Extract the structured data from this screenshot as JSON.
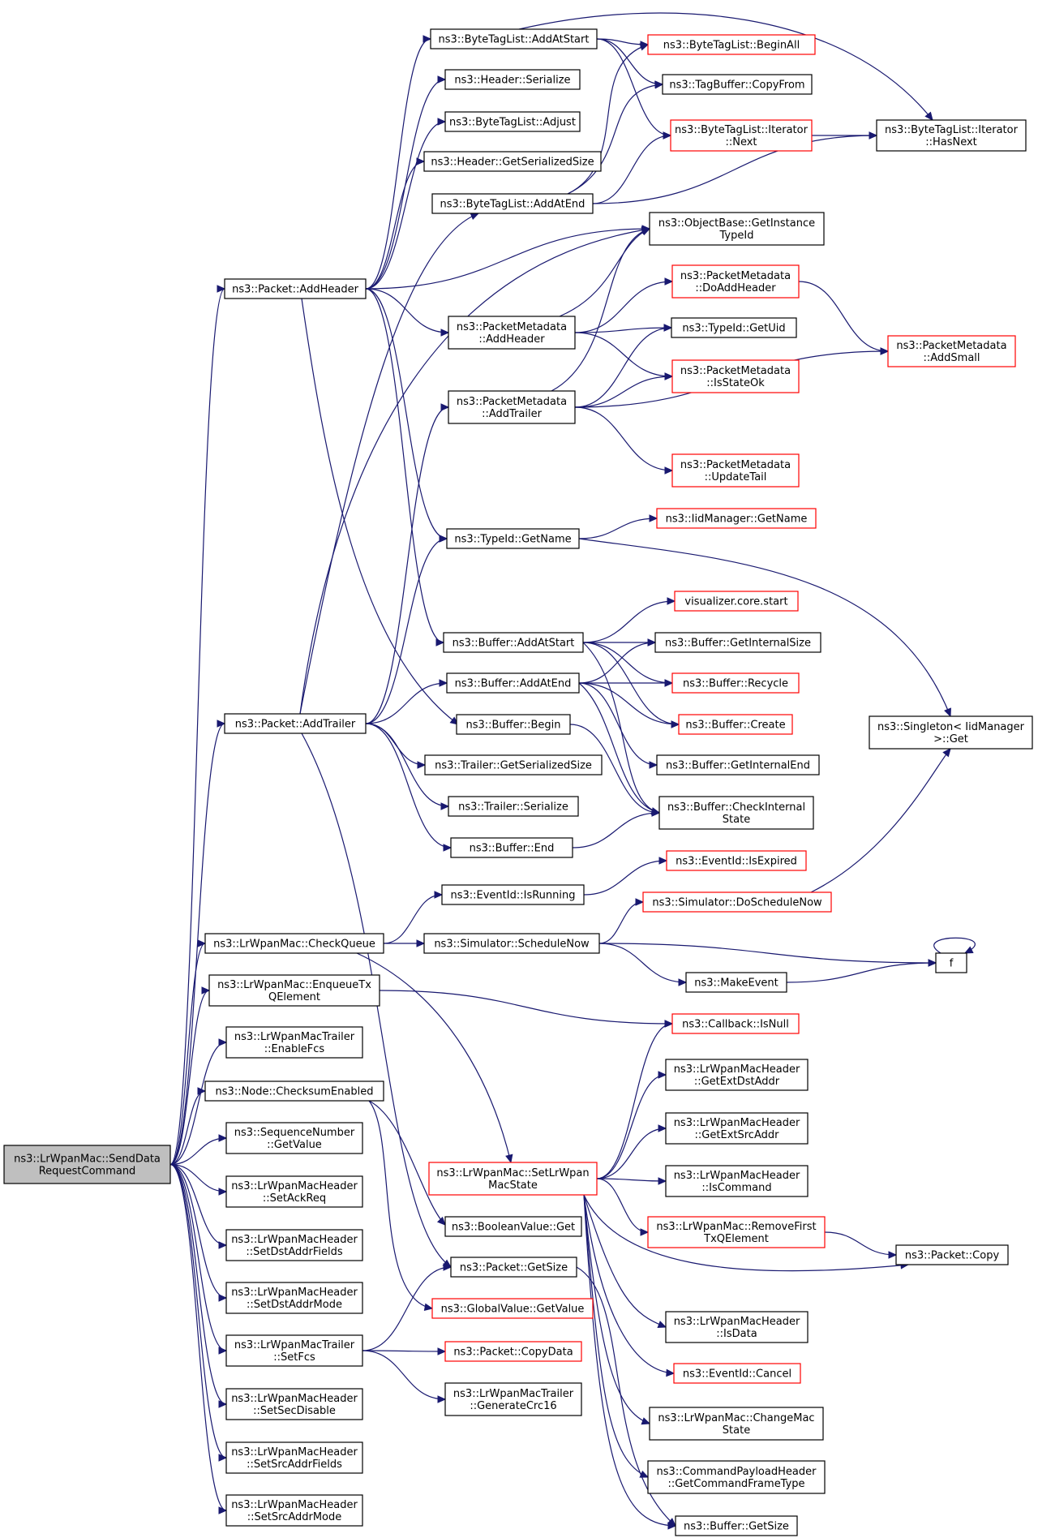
{
  "colors": {
    "edge": "#191970",
    "root_fill": "#bfbfbf",
    "node_fill": "#ffffff",
    "black_border": "#000000",
    "red_border": "#ff0000"
  },
  "nodes": [
    {
      "id": "root",
      "lines": [
        "ns3::LrWpanMac::SendData",
        "RequestCommand"
      ],
      "border": "black",
      "fill": "root"
    },
    {
      "id": "addHeader",
      "lines": [
        "ns3::Packet::AddHeader"
      ],
      "border": "black"
    },
    {
      "id": "addTrailer",
      "lines": [
        "ns3::Packet::AddTrailer"
      ],
      "border": "black"
    },
    {
      "id": "checkQueue",
      "lines": [
        "ns3::LrWpanMac::CheckQueue"
      ],
      "border": "black"
    },
    {
      "id": "enqueueTx",
      "lines": [
        "ns3::LrWpanMac::EnqueueTx",
        "QElement"
      ],
      "border": "black"
    },
    {
      "id": "enableFcs",
      "lines": [
        "ns3::LrWpanMacTrailer",
        "::EnableFcs"
      ],
      "border": "black"
    },
    {
      "id": "checksumEnabled",
      "lines": [
        "ns3::Node::ChecksumEnabled"
      ],
      "border": "black"
    },
    {
      "id": "seqGetValue",
      "lines": [
        "ns3::SequenceNumber",
        "::GetValue"
      ],
      "border": "black"
    },
    {
      "id": "setAckReq",
      "lines": [
        "ns3::LrWpanMacHeader",
        "::SetAckReq"
      ],
      "border": "black"
    },
    {
      "id": "setDstAddrFields",
      "lines": [
        "ns3::LrWpanMacHeader",
        "::SetDstAddrFields"
      ],
      "border": "black"
    },
    {
      "id": "setDstAddrMode",
      "lines": [
        "ns3::LrWpanMacHeader",
        "::SetDstAddrMode"
      ],
      "border": "black"
    },
    {
      "id": "setFcs",
      "lines": [
        "ns3::LrWpanMacTrailer",
        "::SetFcs"
      ],
      "border": "black"
    },
    {
      "id": "setSecDisable",
      "lines": [
        "ns3::LrWpanMacHeader",
        "::SetSecDisable"
      ],
      "border": "black"
    },
    {
      "id": "setSrcAddrFields",
      "lines": [
        "ns3::LrWpanMacHeader",
        "::SetSrcAddrFields"
      ],
      "border": "black"
    },
    {
      "id": "setSrcAddrMode",
      "lines": [
        "ns3::LrWpanMacHeader",
        "::SetSrcAddrMode"
      ],
      "border": "black"
    },
    {
      "id": "btlAddAtStart",
      "lines": [
        "ns3::ByteTagList::AddAtStart"
      ],
      "border": "black"
    },
    {
      "id": "headerSerialize",
      "lines": [
        "ns3::Header::Serialize"
      ],
      "border": "black"
    },
    {
      "id": "btlAdjust",
      "lines": [
        "ns3::ByteTagList::Adjust"
      ],
      "border": "black"
    },
    {
      "id": "headerGetSerSize",
      "lines": [
        "ns3::Header::GetSerializedSize"
      ],
      "border": "black"
    },
    {
      "id": "btlAddAtEnd",
      "lines": [
        "ns3::ByteTagList::AddAtEnd"
      ],
      "border": "black"
    },
    {
      "id": "pmAddHeader",
      "lines": [
        "ns3::PacketMetadata",
        "::AddHeader"
      ],
      "border": "black"
    },
    {
      "id": "pmAddTrailer",
      "lines": [
        "ns3::PacketMetadata",
        "::AddTrailer"
      ],
      "border": "black"
    },
    {
      "id": "typeIdGetName",
      "lines": [
        "ns3::TypeId::GetName"
      ],
      "border": "black"
    },
    {
      "id": "bufAddAtStart",
      "lines": [
        "ns3::Buffer::AddAtStart"
      ],
      "border": "black"
    },
    {
      "id": "bufAddAtEnd",
      "lines": [
        "ns3::Buffer::AddAtEnd"
      ],
      "border": "black"
    },
    {
      "id": "bufBegin",
      "lines": [
        "ns3::Buffer::Begin"
      ],
      "border": "black"
    },
    {
      "id": "trailerGetSerSize",
      "lines": [
        "ns3::Trailer::GetSerializedSize"
      ],
      "border": "black"
    },
    {
      "id": "trailerSerialize",
      "lines": [
        "ns3::Trailer::Serialize"
      ],
      "border": "black"
    },
    {
      "id": "bufEnd",
      "lines": [
        "ns3::Buffer::End"
      ],
      "border": "black"
    },
    {
      "id": "eventIsRunning",
      "lines": [
        "ns3::EventId::IsRunning"
      ],
      "border": "black"
    },
    {
      "id": "simScheduleNow",
      "lines": [
        "ns3::Simulator::ScheduleNow"
      ],
      "border": "black"
    },
    {
      "id": "setLrWpanMacState",
      "lines": [
        "ns3::LrWpanMac::SetLrWpan",
        "MacState"
      ],
      "border": "red"
    },
    {
      "id": "boolGet",
      "lines": [
        "ns3::BooleanValue::Get"
      ],
      "border": "black"
    },
    {
      "id": "packetGetSize",
      "lines": [
        "ns3::Packet::GetSize"
      ],
      "border": "black"
    },
    {
      "id": "globalGetValue",
      "lines": [
        "ns3::GlobalValue::GetValue"
      ],
      "border": "red"
    },
    {
      "id": "packetCopyData",
      "lines": [
        "ns3::Packet::CopyData"
      ],
      "border": "red"
    },
    {
      "id": "genCrc16",
      "lines": [
        "ns3::LrWpanMacTrailer",
        "::GenerateCrc16"
      ],
      "border": "black"
    },
    {
      "id": "btlBeginAll",
      "lines": [
        "ns3::ByteTagList::BeginAll"
      ],
      "border": "red"
    },
    {
      "id": "tagBufCopyFrom",
      "lines": [
        "ns3::TagBuffer::CopyFrom"
      ],
      "border": "black"
    },
    {
      "id": "btlIterNext",
      "lines": [
        "ns3::ByteTagList::Iterator",
        "::Next"
      ],
      "border": "red"
    },
    {
      "id": "objGetInstanceTypeId",
      "lines": [
        "ns3::ObjectBase::GetInstance",
        "TypeId"
      ],
      "border": "black"
    },
    {
      "id": "pmDoAddHeader",
      "lines": [
        "ns3::PacketMetadata",
        "::DoAddHeader"
      ],
      "border": "red"
    },
    {
      "id": "typeIdGetUid",
      "lines": [
        "ns3::TypeId::GetUid"
      ],
      "border": "black"
    },
    {
      "id": "pmIsStateOk",
      "lines": [
        "ns3::PacketMetadata",
        "::IsStateOk"
      ],
      "border": "red"
    },
    {
      "id": "pmUpdateTail",
      "lines": [
        "ns3::PacketMetadata",
        "::UpdateTail"
      ],
      "border": "red"
    },
    {
      "id": "iidGetName",
      "lines": [
        "ns3::IidManager::GetName"
      ],
      "border": "red"
    },
    {
      "id": "vizCoreStart",
      "lines": [
        "visualizer.core.start"
      ],
      "border": "red"
    },
    {
      "id": "bufGetInternalSize",
      "lines": [
        "ns3::Buffer::GetInternalSize"
      ],
      "border": "black"
    },
    {
      "id": "bufRecycle",
      "lines": [
        "ns3::Buffer::Recycle"
      ],
      "border": "red"
    },
    {
      "id": "bufCreate",
      "lines": [
        "ns3::Buffer::Create"
      ],
      "border": "red"
    },
    {
      "id": "bufGetInternalEnd",
      "lines": [
        "ns3::Buffer::GetInternalEnd"
      ],
      "border": "black"
    },
    {
      "id": "bufCheckInternalState",
      "lines": [
        "ns3::Buffer::CheckInternal",
        "State"
      ],
      "border": "black"
    },
    {
      "id": "eventIsExpired",
      "lines": [
        "ns3::EventId::IsExpired"
      ],
      "border": "red"
    },
    {
      "id": "simDoScheduleNow",
      "lines": [
        "ns3::Simulator::DoScheduleNow"
      ],
      "border": "red"
    },
    {
      "id": "makeEvent",
      "lines": [
        "ns3::MakeEvent"
      ],
      "border": "black"
    },
    {
      "id": "callbackIsNull",
      "lines": [
        "ns3::Callback::IsNull"
      ],
      "border": "red"
    },
    {
      "id": "getExtDstAddr",
      "lines": [
        "ns3::LrWpanMacHeader",
        "::GetExtDstAddr"
      ],
      "border": "black"
    },
    {
      "id": "getExtSrcAddr",
      "lines": [
        "ns3::LrWpanMacHeader",
        "::GetExtSrcAddr"
      ],
      "border": "black"
    },
    {
      "id": "isCommand",
      "lines": [
        "ns3::LrWpanMacHeader",
        "::IsCommand"
      ],
      "border": "black"
    },
    {
      "id": "removeFirstTx",
      "lines": [
        "ns3::LrWpanMac::RemoveFirst",
        "TxQElement"
      ],
      "border": "red"
    },
    {
      "id": "isData",
      "lines": [
        "ns3::LrWpanMacHeader",
        "::IsData"
      ],
      "border": "black"
    },
    {
      "id": "eventCancel",
      "lines": [
        "ns3::EventId::Cancel"
      ],
      "border": "red"
    },
    {
      "id": "changeMacState",
      "lines": [
        "ns3::LrWpanMac::ChangeMac",
        "State"
      ],
      "border": "black"
    },
    {
      "id": "getCommandFrameType",
      "lines": [
        "ns3::CommandPayloadHeader",
        "::GetCommandFrameType"
      ],
      "border": "black"
    },
    {
      "id": "bufGetSize",
      "lines": [
        "ns3::Buffer::GetSize"
      ],
      "border": "black"
    },
    {
      "id": "btlIterHasNext",
      "lines": [
        "ns3::ByteTagList::Iterator",
        "::HasNext"
      ],
      "border": "black"
    },
    {
      "id": "pmAddSmall",
      "lines": [
        "ns3::PacketMetadata",
        "::AddSmall"
      ],
      "border": "red"
    },
    {
      "id": "singletonGet",
      "lines": [
        "ns3::Singleton< IidManager",
        " >::Get"
      ],
      "border": "black"
    },
    {
      "id": "f",
      "lines": [
        "f"
      ],
      "border": "black"
    },
    {
      "id": "packetCopy",
      "lines": [
        "ns3::Packet::Copy"
      ],
      "border": "black"
    }
  ],
  "edges": [
    [
      "root",
      "addHeader"
    ],
    [
      "root",
      "addTrailer"
    ],
    [
      "root",
      "checkQueue"
    ],
    [
      "root",
      "enqueueTx"
    ],
    [
      "root",
      "enableFcs"
    ],
    [
      "root",
      "checksumEnabled"
    ],
    [
      "root",
      "seqGetValue"
    ],
    [
      "root",
      "setAckReq"
    ],
    [
      "root",
      "setDstAddrFields"
    ],
    [
      "root",
      "setDstAddrMode"
    ],
    [
      "root",
      "setFcs"
    ],
    [
      "root",
      "setSecDisable"
    ],
    [
      "root",
      "setSrcAddrFields"
    ],
    [
      "root",
      "setSrcAddrMode"
    ],
    [
      "addHeader",
      "btlAddAtStart"
    ],
    [
      "addHeader",
      "headerSerialize"
    ],
    [
      "addHeader",
      "btlAdjust"
    ],
    [
      "addHeader",
      "headerGetSerSize"
    ],
    [
      "addHeader",
      "objGetInstanceTypeId"
    ],
    [
      "addHeader",
      "pmAddHeader"
    ],
    [
      "addHeader",
      "typeIdGetName"
    ],
    [
      "addHeader",
      "bufAddAtStart"
    ],
    [
      "addHeader",
      "bufBegin"
    ],
    [
      "addTrailer",
      "btlAddAtEnd"
    ],
    [
      "addTrailer",
      "objGetInstanceTypeId"
    ],
    [
      "addTrailer",
      "pmAddTrailer"
    ],
    [
      "addTrailer",
      "typeIdGetName"
    ],
    [
      "addTrailer",
      "bufAddAtEnd"
    ],
    [
      "addTrailer",
      "trailerGetSerSize"
    ],
    [
      "addTrailer",
      "trailerSerialize"
    ],
    [
      "addTrailer",
      "bufEnd"
    ],
    [
      "addTrailer",
      "packetGetSize"
    ],
    [
      "btlAddAtStart",
      "btlBeginAll"
    ],
    [
      "btlAddAtStart",
      "tagBufCopyFrom"
    ],
    [
      "btlAddAtStart",
      "btlIterNext"
    ],
    [
      "btlAddAtStart",
      "btlIterHasNext"
    ],
    [
      "btlAddAtEnd",
      "btlBeginAll"
    ],
    [
      "btlAddAtEnd",
      "tagBufCopyFrom"
    ],
    [
      "btlAddAtEnd",
      "btlIterNext"
    ],
    [
      "btlAddAtEnd",
      "btlIterHasNext"
    ],
    [
      "btlIterNext",
      "btlIterHasNext"
    ],
    [
      "pmAddHeader",
      "objGetInstanceTypeId"
    ],
    [
      "pmAddHeader",
      "pmDoAddHeader"
    ],
    [
      "pmAddHeader",
      "typeIdGetUid"
    ],
    [
      "pmAddHeader",
      "pmIsStateOk"
    ],
    [
      "pmAddTrailer",
      "objGetInstanceTypeId"
    ],
    [
      "pmAddTrailer",
      "typeIdGetUid"
    ],
    [
      "pmAddTrailer",
      "pmIsStateOk"
    ],
    [
      "pmAddTrailer",
      "pmAddSmall"
    ],
    [
      "pmAddTrailer",
      "pmUpdateTail"
    ],
    [
      "pmDoAddHeader",
      "pmAddSmall"
    ],
    [
      "typeIdGetName",
      "iidGetName"
    ],
    [
      "typeIdGetName",
      "singletonGet"
    ],
    [
      "bufAddAtStart",
      "vizCoreStart"
    ],
    [
      "bufAddAtStart",
      "bufGetInternalSize"
    ],
    [
      "bufAddAtStart",
      "bufRecycle"
    ],
    [
      "bufAddAtStart",
      "bufCreate"
    ],
    [
      "bufAddAtStart",
      "bufCheckInternalState"
    ],
    [
      "bufAddAtEnd",
      "bufGetInternalSize"
    ],
    [
      "bufAddAtEnd",
      "bufRecycle"
    ],
    [
      "bufAddAtEnd",
      "bufCreate"
    ],
    [
      "bufAddAtEnd",
      "bufGetInternalEnd"
    ],
    [
      "bufAddAtEnd",
      "bufCheckInternalState"
    ],
    [
      "bufBegin",
      "bufCheckInternalState"
    ],
    [
      "bufEnd",
      "bufCheckInternalState"
    ],
    [
      "checkQueue",
      "eventIsRunning"
    ],
    [
      "checkQueue",
      "simScheduleNow"
    ],
    [
      "checkQueue",
      "setLrWpanMacState"
    ],
    [
      "eventIsRunning",
      "eventIsExpired"
    ],
    [
      "simScheduleNow",
      "simDoScheduleNow"
    ],
    [
      "simScheduleNow",
      "f"
    ],
    [
      "simScheduleNow",
      "makeEvent"
    ],
    [
      "simDoScheduleNow",
      "singletonGet"
    ],
    [
      "makeEvent",
      "f"
    ],
    [
      "f",
      "f"
    ],
    [
      "enqueueTx",
      "callbackIsNull"
    ],
    [
      "checksumEnabled",
      "boolGet"
    ],
    [
      "checksumEnabled",
      "globalGetValue"
    ],
    [
      "setLrWpanMacState",
      "callbackIsNull"
    ],
    [
      "setLrWpanMacState",
      "getExtDstAddr"
    ],
    [
      "setLrWpanMacState",
      "getExtSrcAddr"
    ],
    [
      "setLrWpanMacState",
      "isCommand"
    ],
    [
      "setLrWpanMacState",
      "removeFirstTx"
    ],
    [
      "setLrWpanMacState",
      "packetCopy"
    ],
    [
      "setLrWpanMacState",
      "isData"
    ],
    [
      "setLrWpanMacState",
      "eventCancel"
    ],
    [
      "setLrWpanMacState",
      "changeMacState"
    ],
    [
      "setLrWpanMacState",
      "getCommandFrameType"
    ],
    [
      "setLrWpanMacState",
      "bufGetSize"
    ],
    [
      "removeFirstTx",
      "packetCopy"
    ],
    [
      "setFcs",
      "packetGetSize"
    ],
    [
      "setFcs",
      "packetCopyData"
    ],
    [
      "setFcs",
      "genCrc16"
    ],
    [
      "packetGetSize",
      "bufGetSize"
    ]
  ]
}
